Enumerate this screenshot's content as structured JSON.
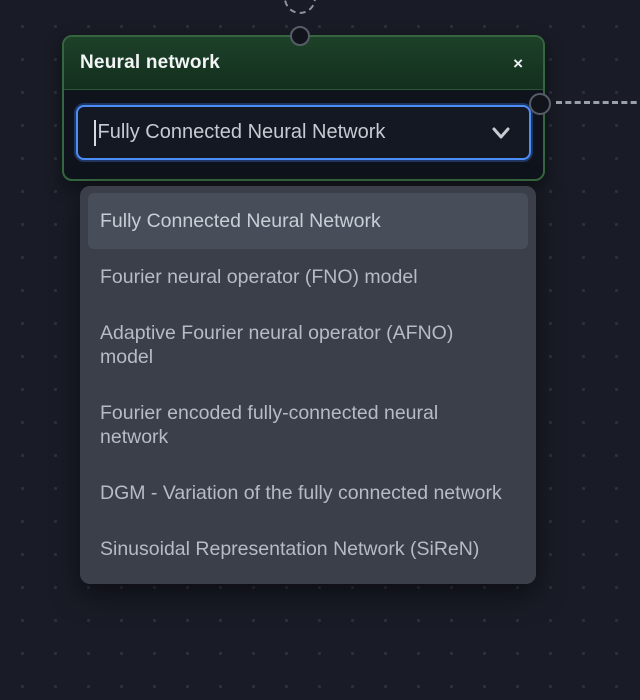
{
  "node": {
    "title": "Neural network",
    "close_label": "×",
    "select": {
      "value": "Fully Connected Neural Network"
    }
  },
  "menu": {
    "items": [
      {
        "label": "Fully Connected Neural Network",
        "selected": true
      },
      {
        "label": "Fourier neural operator (FNO) model",
        "selected": false
      },
      {
        "label": "Adaptive Fourier neural operator (AFNO) model",
        "selected": false
      },
      {
        "label": "Fourier encoded fully-connected neural network",
        "selected": false
      },
      {
        "label": "DGM - Variation of the fully connected network",
        "selected": false
      },
      {
        "label": "Sinusoidal Representation Network (SiReN)",
        "selected": false
      }
    ]
  },
  "colors": {
    "background": "#191c26",
    "header_green": "#1d4129",
    "card_border_green": "#35663f",
    "focus_blue": "#4d8df7",
    "menu_bg": "#3a3f4a",
    "menu_highlight": "#474d59"
  }
}
